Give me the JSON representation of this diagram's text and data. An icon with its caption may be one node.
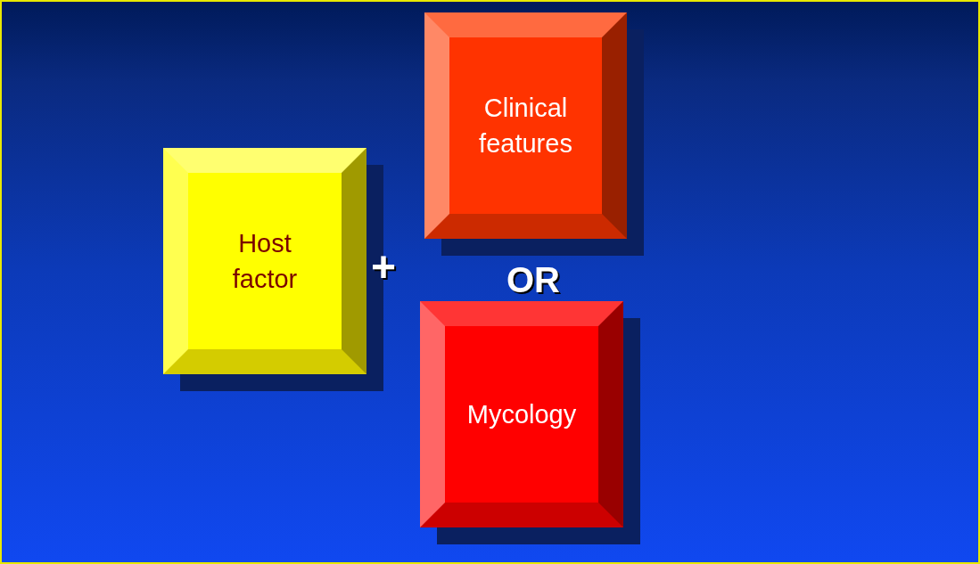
{
  "diagram": {
    "nodes": [
      {
        "text": [
          "Host factor"
        ]
      },
      {
        "text": [
          "Clinical features"
        ]
      },
      {
        "text": [
          "Mycology"
        ]
      }
    ],
    "labels": [
      "+",
      "OR"
    ]
  }
}
